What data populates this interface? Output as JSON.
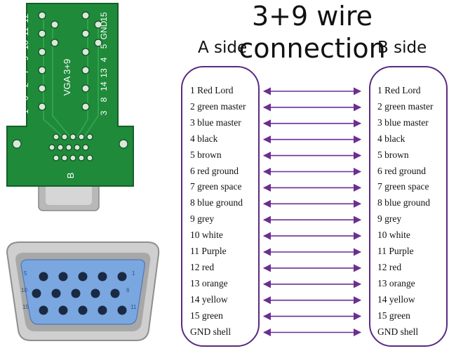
{
  "title": "3+9 wire connection",
  "side_a": "A side",
  "side_b": "B side",
  "board": {
    "left_pins": [
      "12",
      "11",
      "10",
      "9",
      "7",
      "2",
      "6",
      "1"
    ],
    "right_pins": [
      "15",
      "GND",
      "5",
      "4",
      "13",
      "14",
      "8",
      "3"
    ],
    "center_text": "VGA 3+9",
    "b_mark": "B"
  },
  "connector": {
    "top_numbers": [
      "5",
      "1"
    ],
    "mid_numbers": [
      "10",
      "6"
    ],
    "bottom_numbers": [
      "15",
      "11"
    ]
  },
  "wires": [
    "1 Red Lord",
    "2 green master",
    "3 blue master",
    "4 black",
    "5 brown",
    "6 red ground",
    "7 green space",
    "8 blue ground",
    "9 grey",
    "10 white",
    "11 Purple",
    "12 red",
    "13 orange",
    "14 yellow",
    "15 green",
    "GND shell"
  ],
  "colors": {
    "capsule": "#5a2a82",
    "arrow": "#6b2f8f",
    "pcb": "#1f8a3a",
    "connector_blue": "#7aa7e0"
  }
}
